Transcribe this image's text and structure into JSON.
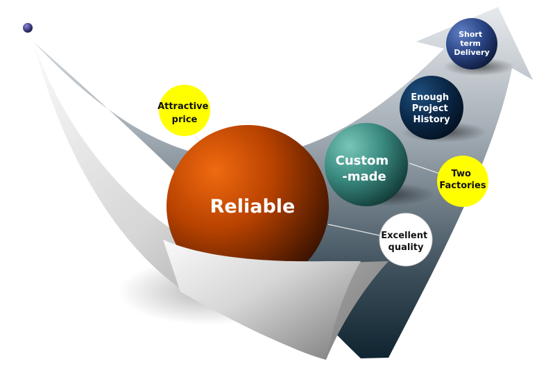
{
  "diagram": {
    "main_sphere": {
      "label": "Reliable"
    },
    "custom_sphere": {
      "lines": [
        "Custom",
        "-made"
      ]
    },
    "history_sphere": {
      "lines": [
        "Enough",
        "Project",
        "History"
      ]
    },
    "delivery_sphere": {
      "lines": [
        "Short",
        "term",
        "Delivery"
      ]
    },
    "price_bubble": {
      "lines": [
        "Attractive",
        "price"
      ]
    },
    "factories_bubble": {
      "lines": [
        "Two",
        "Factories"
      ]
    },
    "quality_bubble": {
      "lines": [
        "Excellent",
        "quality"
      ]
    }
  },
  "colors": {
    "reliable": "#c84a00",
    "custom": "#3a8f84",
    "history": "#0d2b4d",
    "delivery": "#2c4a8a",
    "yellow_bubble": "#ffff00",
    "white_bubble": "#ffffff"
  }
}
